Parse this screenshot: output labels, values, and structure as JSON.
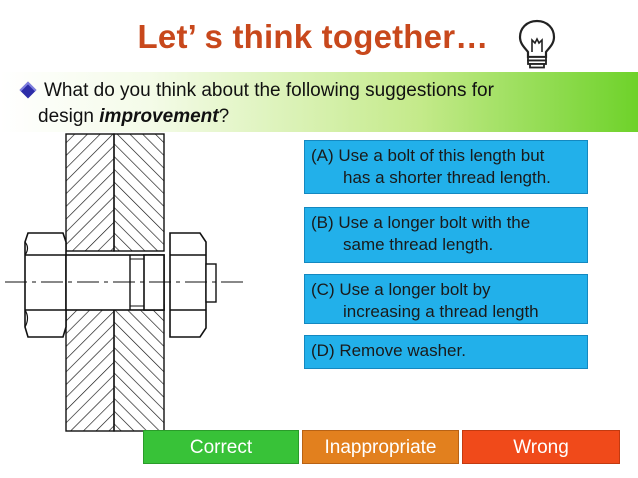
{
  "slide": {
    "title": "Let’ s think together…",
    "question_line1": "What do you think about the following suggestions for",
    "question_line2_prefix": "design ",
    "question_line2_emph": "improvement",
    "question_line2_suffix": "?"
  },
  "options": [
    {
      "line1": "(A) Use a bolt of this length but",
      "line2": "has a shorter thread length."
    },
    {
      "line1": "(B) Use a longer bolt with the",
      "line2": "same thread length."
    },
    {
      "line1": "(C) Use a longer bolt by",
      "line2": "increasing a thread length"
    },
    {
      "line1": "(D) Remove washer."
    }
  ],
  "answers": {
    "correct": "Correct",
    "inappropriate": "Inappropriate",
    "wrong": "Wrong"
  },
  "icons": {
    "bulb": "lightbulb-icon",
    "bullet": "diamond-bullet-icon"
  },
  "colors": {
    "title": "#c8481c",
    "option_bg": "#22b0ea",
    "correct": "#38c238",
    "inappropriate": "#e2801e",
    "wrong": "#f04a1a"
  }
}
